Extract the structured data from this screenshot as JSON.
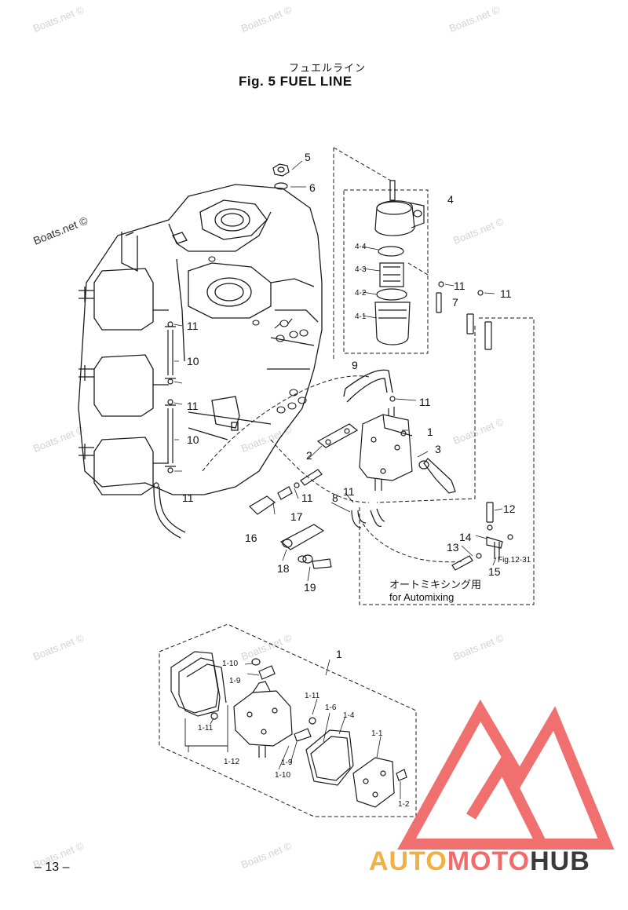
{
  "header": {
    "title_jp": "フュエルライン",
    "title": "Fig. 5   FUEL LINE"
  },
  "watermark": "Boats.net ©",
  "labels": {
    "p5": "5",
    "p6": "6",
    "p4": "4",
    "p4_4": "4-4",
    "p4_3": "4-3",
    "p4_2": "4-2",
    "p4_1": "4-1",
    "p11a": "11",
    "p11b": "11",
    "p7": "7",
    "p11c": "11",
    "p10a": "10",
    "p11d": "11",
    "p10b": "10",
    "p11e": "11",
    "p9": "9",
    "p11f": "11",
    "p1": "1",
    "p2": "2",
    "p3": "3",
    "p11g": "11",
    "p17": "17",
    "p16": "16",
    "p8": "8",
    "p11h": "11",
    "p12": "12",
    "p14": "14",
    "p13": "13",
    "p15": "15",
    "p18": "18",
    "p19": "19",
    "fig_ref": "Fig.12-31",
    "d1": "1",
    "d1_10": "1-10",
    "d1_9a": "1-9",
    "d1_11a": "1-11",
    "d1_11b": "1-11",
    "d1_6": "1-6",
    "d1_4": "1-4",
    "d1_1": "1-1",
    "d1_12": "1-12",
    "d1_9b": "1-9",
    "d1_10b": "1-10",
    "d1_2": "1-2"
  },
  "automixing": {
    "jp": "オートミキシング用",
    "en": "for Automixing"
  },
  "footer": {
    "page": "– 13 –"
  },
  "brand": {
    "part1": "AUTO",
    "part2": "MOTO",
    "part3": "HUB",
    "color_auto": "#f0b042",
    "color_moto": "#f26b6b",
    "color_hub": "#3a3a3a",
    "logo_color": "#f07070"
  }
}
